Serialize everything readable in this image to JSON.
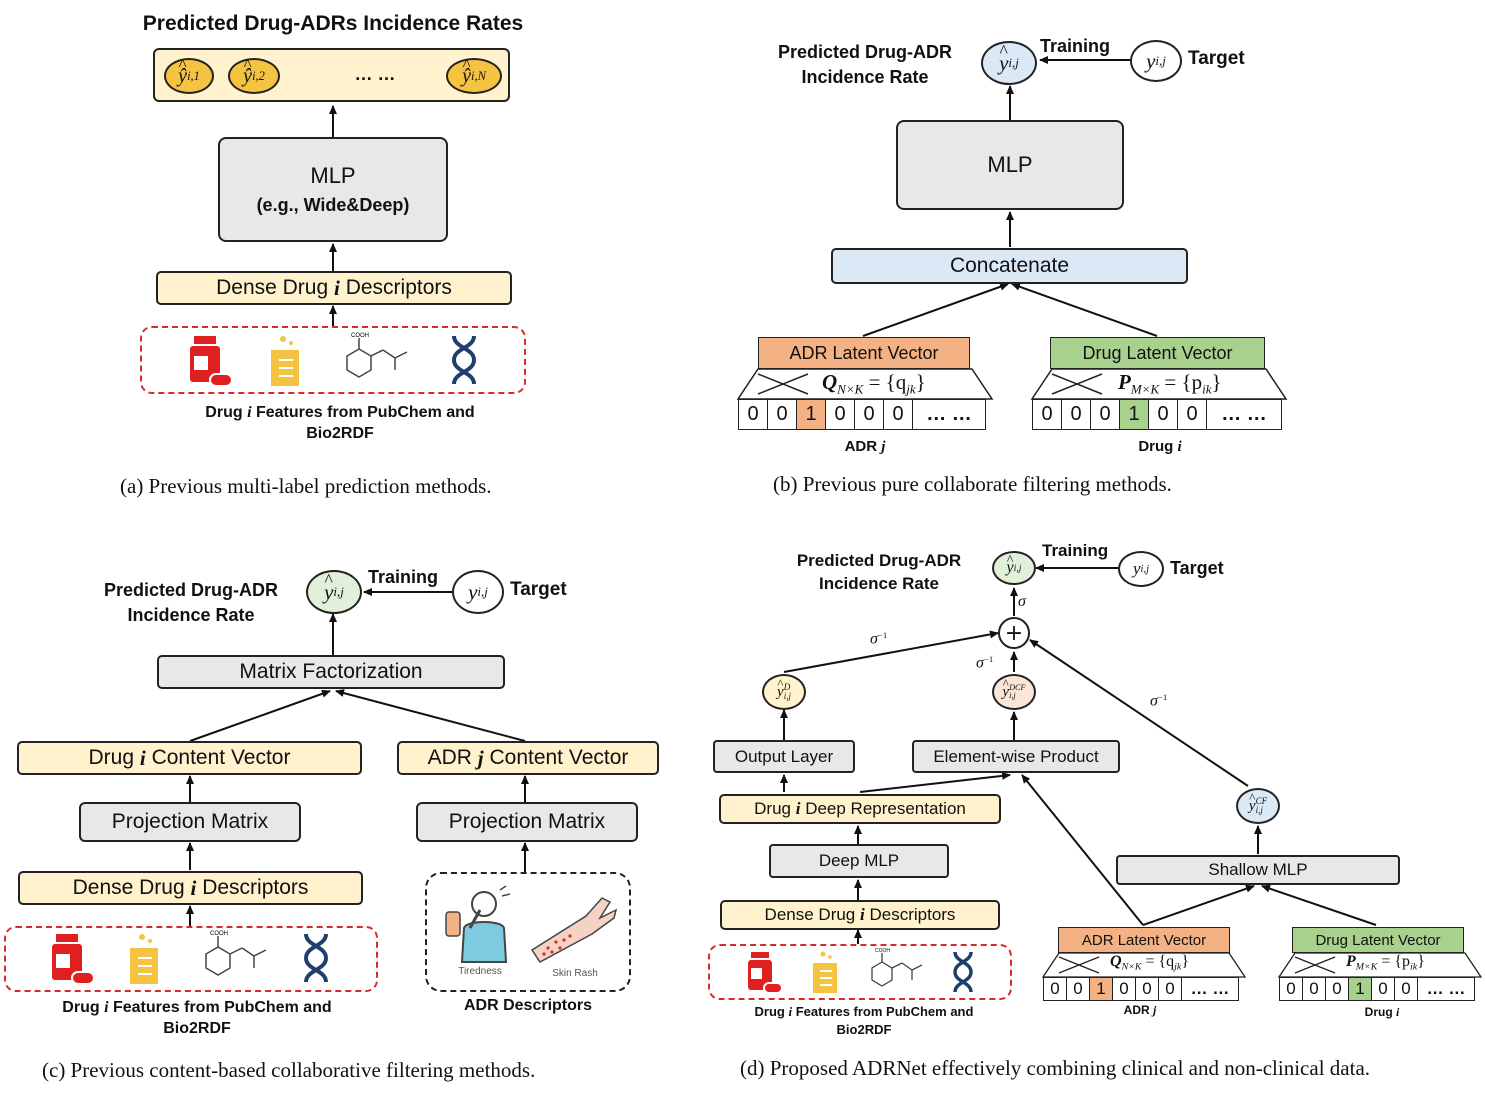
{
  "panel_a": {
    "title": "Predicted Drug-ADRs Incidence Rates",
    "outputs": [
      "ŷ",
      "ŷ",
      "ŷ"
    ],
    "output_subs": [
      "i,1",
      "i,2",
      "i,N"
    ],
    "ellipsis": "… …",
    "mlp": "MLP",
    "mlp_sub": "(e.g., Wide&Deep)",
    "dense_pre": "Dense Drug ",
    "dense_i": "i",
    "dense_post": " Descriptors",
    "features_pre": "Drug ",
    "features_i": "i",
    "features_post": " Features from PubChem and",
    "features_line2": "Bio2RDF",
    "caption": "(a) Previous multi-label prediction methods."
  },
  "panel_b": {
    "pred_line1": "Predicted Drug-ADR",
    "pred_line2": "Incidence Rate",
    "training": "Training",
    "target": "Target",
    "mlp": "MLP",
    "concat": "Concatenate",
    "adr_vec": "ADR Latent Vector",
    "drug_vec": "Drug Latent Vector",
    "adr_matrix": "Q",
    "adr_matrix_sub": "N×K",
    "adr_set": " = {q",
    "adr_set_sub": "jk",
    "drug_matrix": "P",
    "drug_matrix_sub": "M×K",
    "drug_set": " = {p",
    "drug_set_sub": "ik",
    "adr_cells": [
      "0",
      "0",
      "1",
      "0",
      "0",
      "0",
      "… …"
    ],
    "drug_cells": [
      "0",
      "0",
      "0",
      "1",
      "0",
      "0",
      "… …"
    ],
    "adr_label_pre": "ADR ",
    "adr_label_j": "j",
    "drug_label_pre": "Drug ",
    "drug_label_i": "i",
    "caption": "(b) Previous pure collaborate filtering methods."
  },
  "panel_c": {
    "pred_line1": "Predicted Drug-ADR",
    "pred_line2": "Incidence Rate",
    "training": "Training",
    "target": "Target",
    "mf": "Matrix Factorization",
    "drug_content_pre": "Drug ",
    "drug_content_i": "i",
    "drug_content_post": " Content Vector",
    "adr_content_pre": "ADR ",
    "adr_content_j": "j",
    "adr_content_post": " Content Vector",
    "projection": "Projection Matrix",
    "dense_pre": "Dense Drug ",
    "dense_i": "i",
    "dense_post": " Descriptors",
    "features_pre": "Drug ",
    "features_i": "i",
    "features_post": " Features from PubChem and",
    "features_line2": "Bio2RDF",
    "tiredness": "Tiredness",
    "skin_rash": "Skin Rash",
    "adr_desc": "ADR Descriptors",
    "caption": "(c) Previous content-based collaborative filtering methods."
  },
  "panel_d": {
    "pred_line1": "Predicted Drug-ADR",
    "pred_line2": "Incidence Rate",
    "training": "Training",
    "target": "Target",
    "sigma": "σ",
    "sigma_inv": "σ",
    "sigma_inv_sup": "−1",
    "plus": "+",
    "output_layer": "Output Layer",
    "elementwise": "Element-wise Product",
    "deep_rep_pre": "Drug ",
    "deep_rep_i": "i",
    "deep_rep_post": " Deep Representation",
    "deep_mlp": "Deep MLP",
    "dense_pre": "Dense Drug ",
    "dense_i": "i",
    "dense_post": " Descriptors",
    "shallow_mlp": "Shallow MLP",
    "adr_vec": "ADR Latent Vector",
    "drug_vec": "Drug Latent Vector",
    "adr_cells": [
      "0",
      "0",
      "1",
      "0",
      "0",
      "0",
      "… …"
    ],
    "drug_cells": [
      "0",
      "0",
      "0",
      "1",
      "0",
      "0",
      "… …"
    ],
    "adr_label_pre": "ADR ",
    "adr_label_j": "j",
    "drug_label_pre": "Drug ",
    "drug_label_i": "i",
    "features_pre": "Drug ",
    "features_i": "i",
    "features_post": " Features from PubChem and",
    "features_line2": "Bio2RDF",
    "node_d": "D",
    "node_dcf": "DCF",
    "node_cf": "CF",
    "caption": "(d) Proposed ADRNet effectively combining clinical and non-clinical data."
  },
  "symbols": {
    "y": "y",
    "yhat": "y",
    "ij": "i,j",
    "cooh": "COOH"
  },
  "colors": {
    "orange_node": "#f5c342",
    "adr_orange": "#f4b183",
    "drug_green": "#a9d18e",
    "highlight_orange": "#f4b183",
    "highlight_green": "#a9d18e",
    "yellow_box": "#fff2cc",
    "gray_box": "#e8e8e8",
    "blue_box": "#dbe8f6",
    "red": "#d62b2b",
    "dna_blue": "#1f3e6e"
  }
}
